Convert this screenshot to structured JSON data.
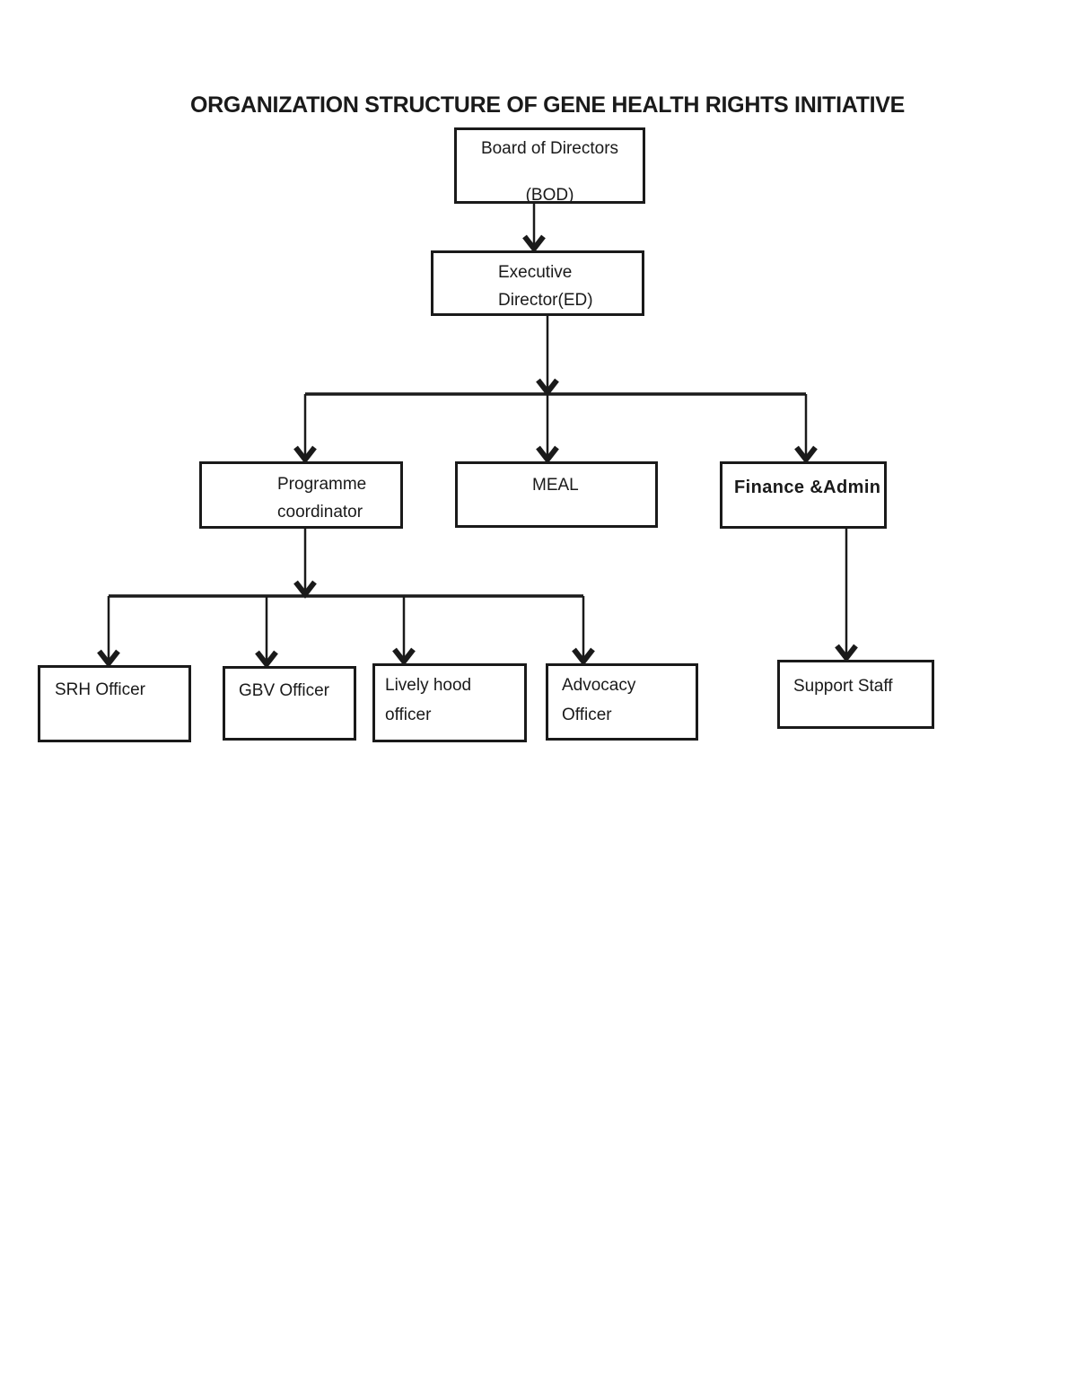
{
  "page": {
    "title": "ORGANIZATION STRUCTURE OF GENE HEALTH RIGHTS INITIATIVE"
  },
  "nodes": {
    "bod": {
      "line1": "Board of Directors",
      "line2": "(BOD)"
    },
    "ed": {
      "line1": "Executive",
      "line2": "Director(ED)"
    },
    "programme": {
      "line1": "Programme",
      "line2": "coordinator"
    },
    "meal": {
      "line1": "MEAL"
    },
    "finance": {
      "line1": "Finance &Admin"
    },
    "srh": {
      "line1": "SRH Officer"
    },
    "gbv": {
      "line1": "GBV Officer"
    },
    "lively": {
      "line1": "Lively hood",
      "line2": "officer"
    },
    "advocacy": {
      "line1": "Advocacy",
      "line2": "Officer"
    },
    "support": {
      "line1": "Support Staff"
    }
  },
  "colors": {
    "ink": "#1a1a1a",
    "paper": "#ffffff"
  }
}
